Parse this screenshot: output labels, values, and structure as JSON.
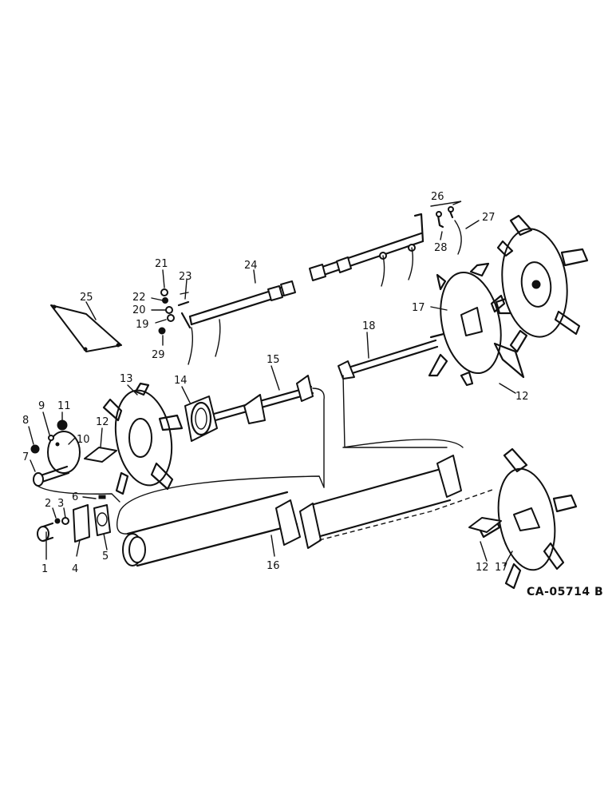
{
  "diagram": {
    "drawing_code": "CA-05714 B",
    "callouts": [
      "1",
      "2",
      "3",
      "4",
      "5",
      "6",
      "7",
      "8",
      "9",
      "10",
      "11",
      "12",
      "13",
      "14",
      "15",
      "16",
      "17",
      "18",
      "19",
      "20",
      "21",
      "22",
      "23",
      "24",
      "25",
      "26",
      "27",
      "28",
      "29"
    ]
  }
}
